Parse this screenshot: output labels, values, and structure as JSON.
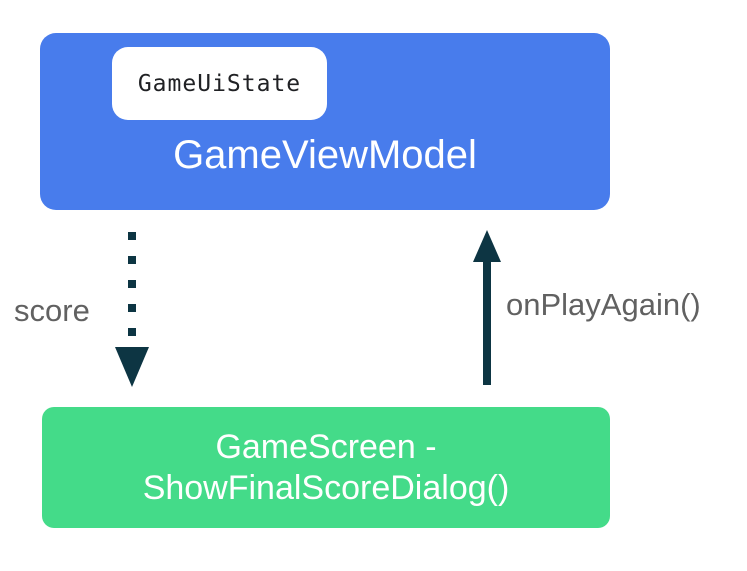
{
  "colors": {
    "blue": "#487CEC",
    "green": "#44DB89",
    "navy": "#0D3543",
    "gray": "#616161",
    "chip-text": "#202124"
  },
  "diagram": {
    "viewmodel_box": {
      "title": "GameViewModel",
      "state_chip": "GameUiState"
    },
    "screen_box": {
      "title_line1": "GameScreen -",
      "title_line2": "ShowFinalScoreDialog()"
    },
    "edges": {
      "score_label": "score",
      "play_again_label": "onPlayAgain()"
    }
  }
}
